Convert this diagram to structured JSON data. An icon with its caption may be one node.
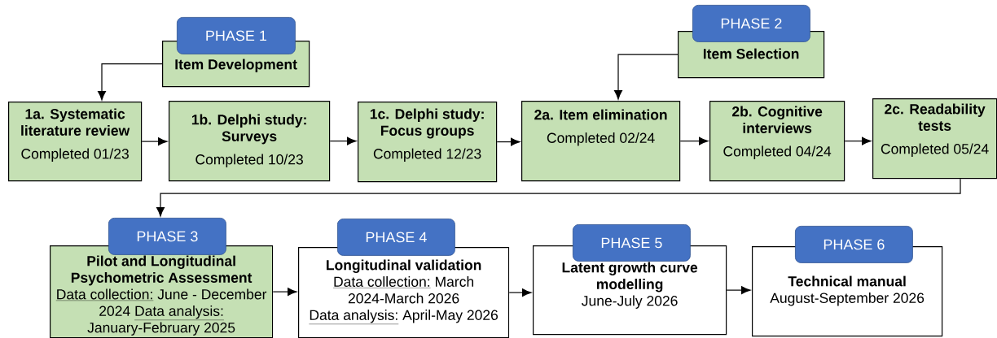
{
  "diagram": {
    "nodes": [
      {
        "text": [
          "PHASE 1"
        ]
      },
      {
        "text": [
          "Item Development"
        ]
      },
      {
        "text": [
          "1a. Systematic literature review",
          "Completed 01/23"
        ]
      },
      {
        "text": [
          "1b. Delphi study: Surveys",
          "Completed 10/23"
        ]
      },
      {
        "text": [
          "1c. Delphi study: Focus groups",
          "Completed 12/23"
        ]
      },
      {
        "text": [
          "PHASE 2"
        ]
      },
      {
        "text": [
          "Item Selection"
        ]
      },
      {
        "text": [
          "2a. Item elimination",
          "Completed 02/24"
        ]
      },
      {
        "text": [
          "2b. Cognitive interviews",
          "Completed 04/24"
        ]
      },
      {
        "text": [
          "2c. Readability tests",
          "Completed 05/24"
        ]
      },
      {
        "text": [
          "PHASE 3"
        ]
      },
      {
        "text": [
          "Pilot and Longitudinal Psychometric Assessment",
          "Data collection:",
          "June - December 2024",
          "Data analysis:",
          "January-February 2025"
        ]
      },
      {
        "text": [
          "PHASE 4"
        ]
      },
      {
        "text": [
          "Longitudinal validation",
          "Data collection:",
          "March 2024-March 2026",
          "Data analysis:",
          "April-May 2026"
        ]
      },
      {
        "text": [
          "PHASE 5"
        ]
      },
      {
        "text": [
          "Latent growth curve modelling",
          "June-July 2026"
        ]
      },
      {
        "text": [
          "PHASE 6"
        ]
      },
      {
        "text": [
          "Technical manual",
          "August-September 2026"
        ]
      }
    ],
    "edges": [
      {
        "from": 1,
        "to": 2,
        "arrow": "to"
      },
      {
        "from": 2,
        "to": 3,
        "arrow": "to"
      },
      {
        "from": 3,
        "to": 4,
        "arrow": "to"
      },
      {
        "from": 4,
        "to": 7,
        "arrow": "to"
      },
      {
        "from": 6,
        "to": 7,
        "arrow": "to"
      },
      {
        "from": 7,
        "to": 8,
        "arrow": "to"
      },
      {
        "from": 8,
        "to": 9,
        "arrow": "to"
      },
      {
        "from": 9,
        "to": 10,
        "arrow": "to"
      },
      {
        "from": 11,
        "to": 13,
        "arrow": "to"
      },
      {
        "from": 13,
        "to": 15,
        "arrow": "to"
      },
      {
        "from": 15,
        "to": 17,
        "arrow": "to"
      }
    ]
  }
}
